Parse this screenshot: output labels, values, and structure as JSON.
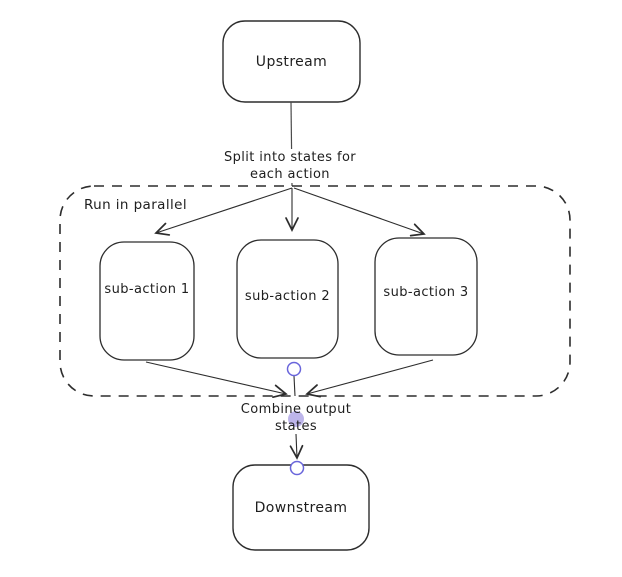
{
  "diagram": {
    "title": "parallel-actions-flow",
    "nodes": {
      "upstream": {
        "label": "Upstream"
      },
      "sub1": {
        "label": "sub-action 1"
      },
      "sub2": {
        "label": "sub-action 2"
      },
      "sub3": {
        "label": "sub-action 3"
      },
      "downstream": {
        "label": "Downstream"
      }
    },
    "container": {
      "label": "Run in parallel"
    },
    "edge_labels": {
      "split": {
        "line1": "Split into states for",
        "line2": "each action"
      },
      "combine": {
        "line1": "Combine output",
        "line2": "states"
      }
    },
    "colors": {
      "stroke": "#2d2d2d",
      "text": "#1e1e1e",
      "connection_handle": "#6965db",
      "midpoint_dot": "#b6ade8",
      "background": "#ffffff"
    }
  }
}
